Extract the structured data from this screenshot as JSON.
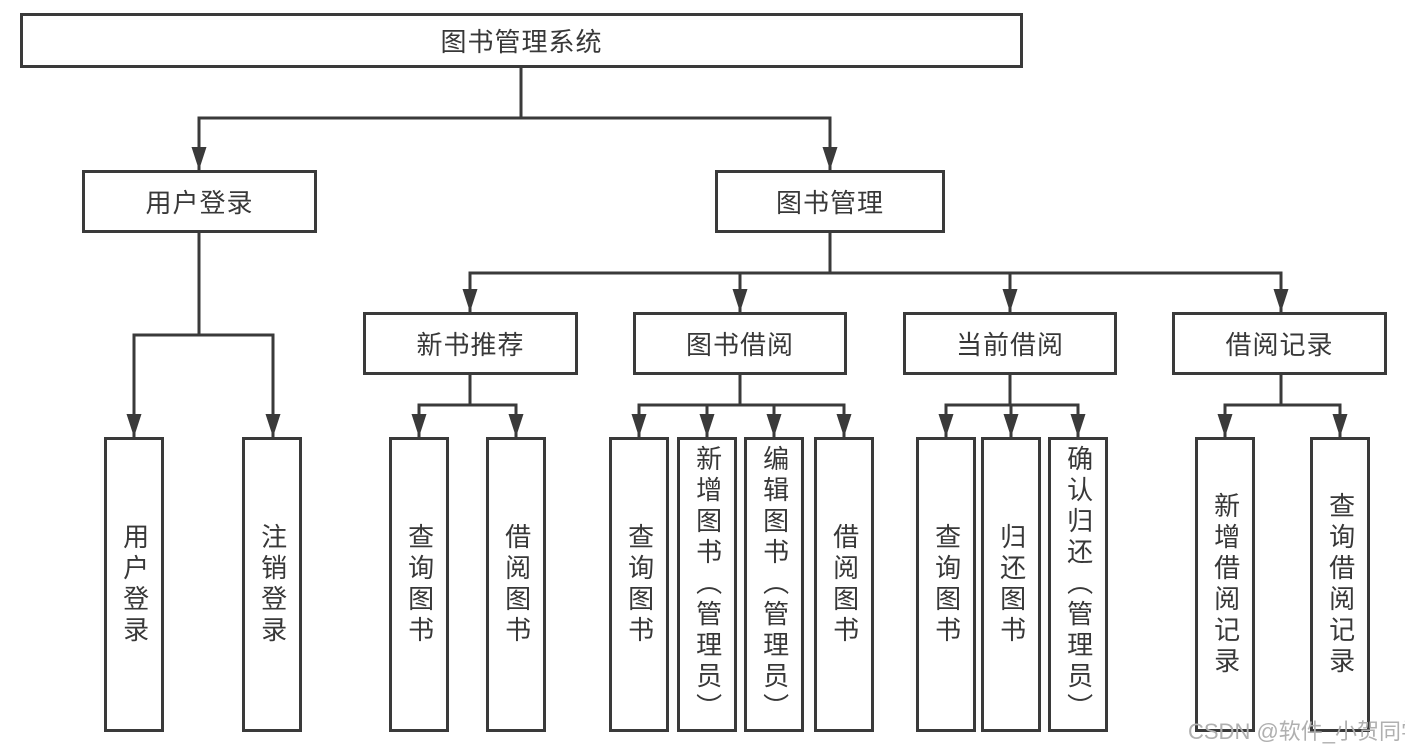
{
  "tree": {
    "label": "图书管理系统",
    "children": [
      {
        "label": "用户登录",
        "children": [
          {
            "label": "用户登录"
          },
          {
            "label": "注销登录"
          }
        ]
      },
      {
        "label": "图书管理",
        "children": [
          {
            "label": "新书推荐",
            "children": [
              {
                "label": "查询图书"
              },
              {
                "label": "借阅图书"
              }
            ]
          },
          {
            "label": "图书借阅",
            "children": [
              {
                "label": "查询图书"
              },
              {
                "label": "新增图书（管理员）"
              },
              {
                "label": "编辑图书（管理员）"
              },
              {
                "label": "借阅图书"
              }
            ]
          },
          {
            "label": "当前借阅",
            "children": [
              {
                "label": "查询图书"
              },
              {
                "label": "归还图书"
              },
              {
                "label": "确认归还（管理员）"
              }
            ]
          },
          {
            "label": "借阅记录",
            "children": [
              {
                "label": "新增借阅记录"
              },
              {
                "label": "查询借阅记录"
              }
            ]
          }
        ]
      }
    ]
  },
  "watermark": "CSDN @软件_小贺同学",
  "colors": {
    "line": "#3a3a3a",
    "text": "#383838",
    "watermark": "#b0b0b0",
    "background": "#ffffff"
  }
}
